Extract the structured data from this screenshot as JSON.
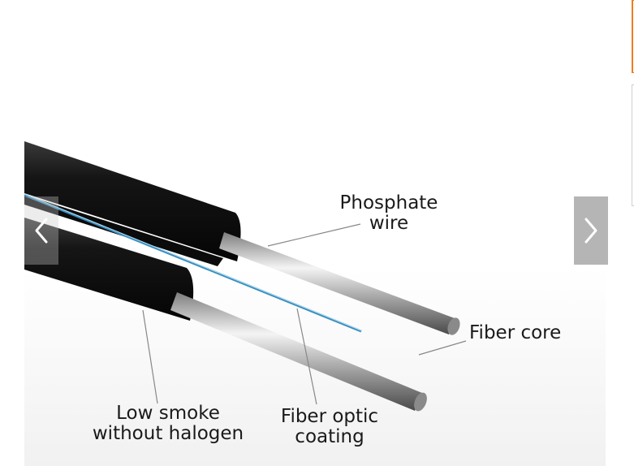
{
  "gallery": {
    "prev_icon": "chevron-left-icon",
    "next_icon": "chevron-right-icon",
    "accent_color": "#f07c1e"
  },
  "diagram": {
    "labels": {
      "phosphate_line1": "Phosphate",
      "phosphate_line2": "wire",
      "fiber_core": "Fiber core",
      "smoke_line1": "Low smoke",
      "smoke_line2": "without halogen",
      "coating_line1": "Fiber optic",
      "coating_line2": "coating"
    },
    "colors": {
      "jacket": "#141414",
      "fiber": "#3a8fbf",
      "steel": "#c9c9c9"
    }
  }
}
